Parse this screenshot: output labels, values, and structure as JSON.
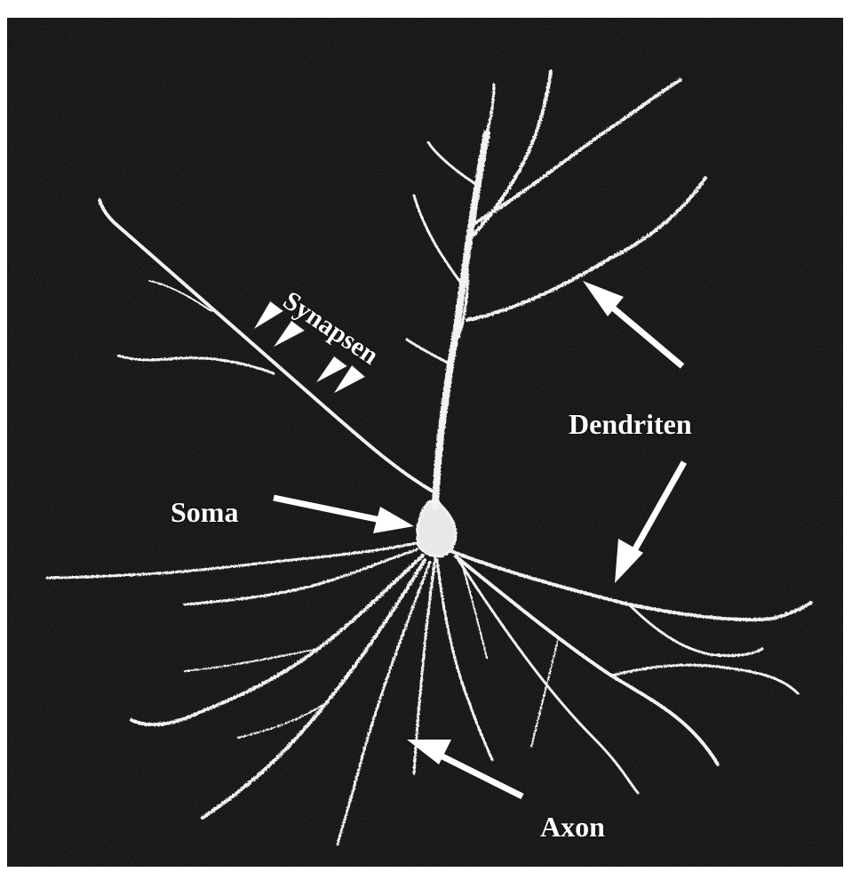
{
  "figure": {
    "background_color": "#111111",
    "foreground_color": "#ffffff",
    "labels": {
      "synapsen": "Synapsen",
      "dendriten": "Dendriten",
      "soma": "Soma",
      "axon": "Axon"
    }
  }
}
